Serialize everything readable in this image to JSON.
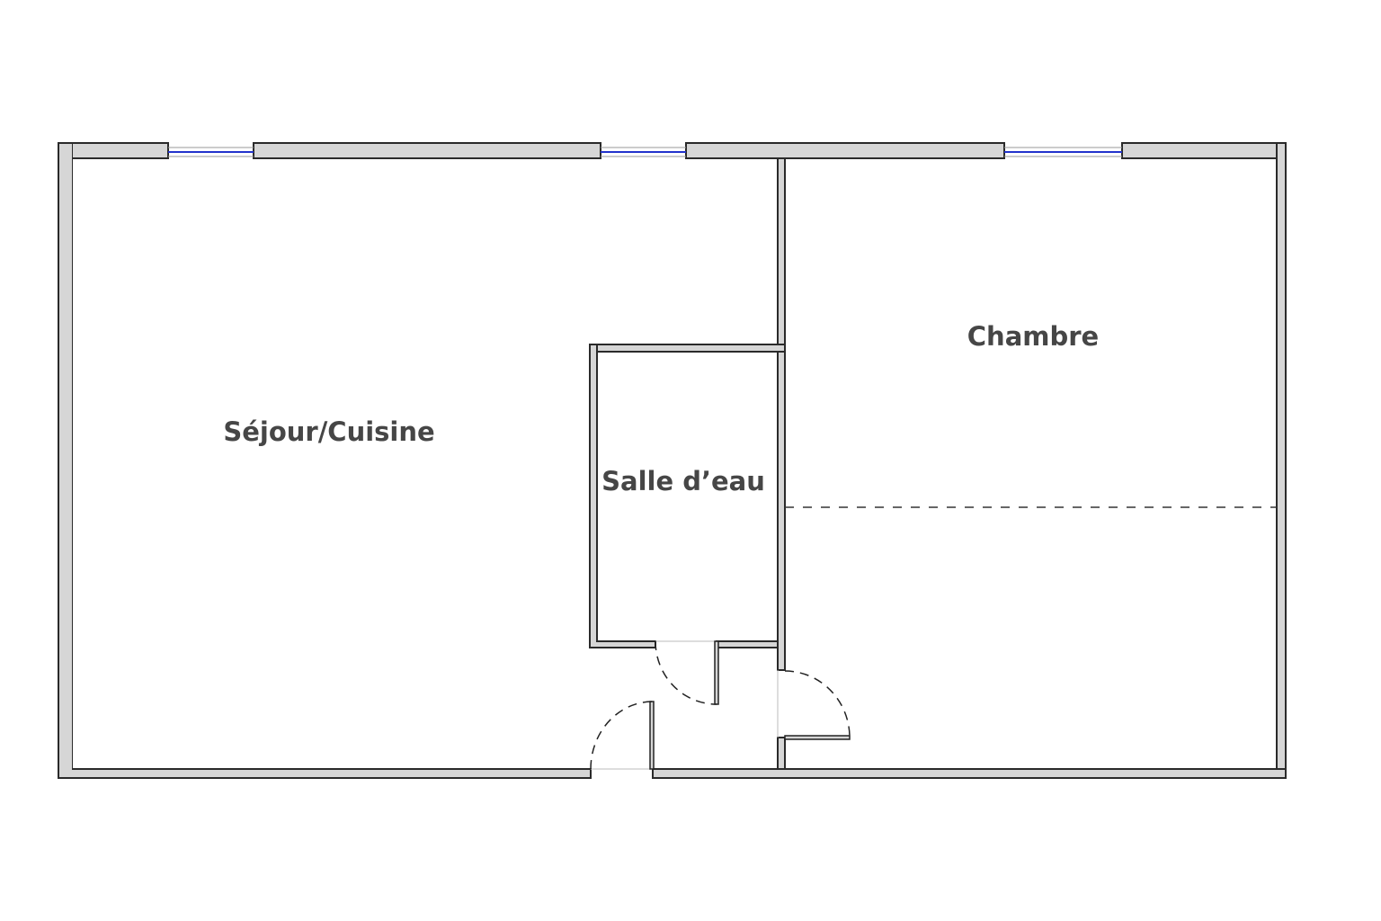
{
  "plan": {
    "rooms": [
      {
        "id": "sejour",
        "label": "Séjour/Cuisine"
      },
      {
        "id": "salle-deau",
        "label": "Salle d’eau"
      },
      {
        "id": "chambre",
        "label": "Chambre"
      }
    ]
  },
  "colors": {
    "wall_fill": "#d6d6d6",
    "wall_stroke": "#2a2a2a",
    "window": "#2233cc",
    "label": "#464646"
  }
}
